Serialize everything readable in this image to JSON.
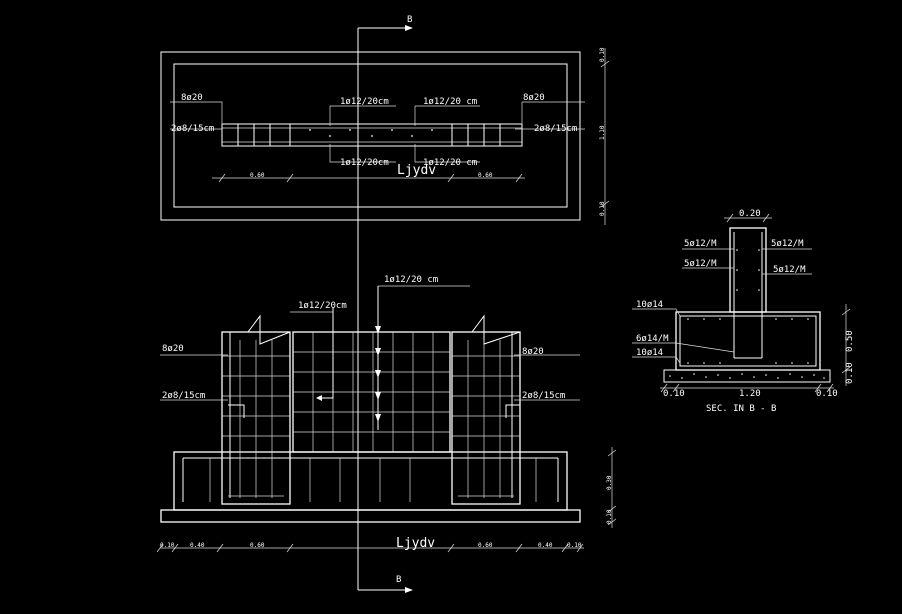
{
  "section_marks": {
    "top": "B",
    "bottom": "B"
  },
  "plan": {
    "label_left_top": "8ø20",
    "label_left_stirrup": "2ø8/15cm",
    "label_mid_top_left": "1ø12/20cm",
    "label_mid_top_right": "1ø12/20 cm",
    "label_right_top": "8ø20",
    "label_right_stirrup": "2ø8/15cm",
    "label_mid_bot_left": "1ø12/20cm",
    "label_mid_bot_right": "1ø12/20 cm",
    "title": "Ljydv",
    "dim_left": "0.60",
    "dim_right": "0.60",
    "vdim_top": "0.10",
    "vdim_mid": "1.10",
    "vdim_bot": "0.10"
  },
  "elevation": {
    "label_top_right": "1ø12/20 cm",
    "label_top_mid": "1ø12/20cm",
    "label_left_top": "8ø20",
    "label_left_stirrup": "2ø8/15cm",
    "label_right_top": "8ø20",
    "label_right_stirrup": "2ø8/15cm",
    "title": "Ljydv",
    "dims": [
      "0.10",
      "0.40",
      "0.60",
      "0.60",
      "0.40",
      "0.10"
    ],
    "vdim_top": "0.30",
    "vdim_bot": "0.10"
  },
  "section": {
    "dim_top": "0.20",
    "label_l1": "5ø12/M",
    "label_l2": "5ø12/M",
    "label_r1": "5ø12/M",
    "label_r2": "5ø12/M",
    "label_a": "10ø14",
    "label_b": "6ø14/M",
    "label_c": "10ø14",
    "dim_bl": "0.10",
    "dim_bm": "1.20",
    "dim_br": "0.10",
    "vdim_a": "0.50",
    "vdim_b": "0.10",
    "caption": "SEC. IN B - B"
  }
}
